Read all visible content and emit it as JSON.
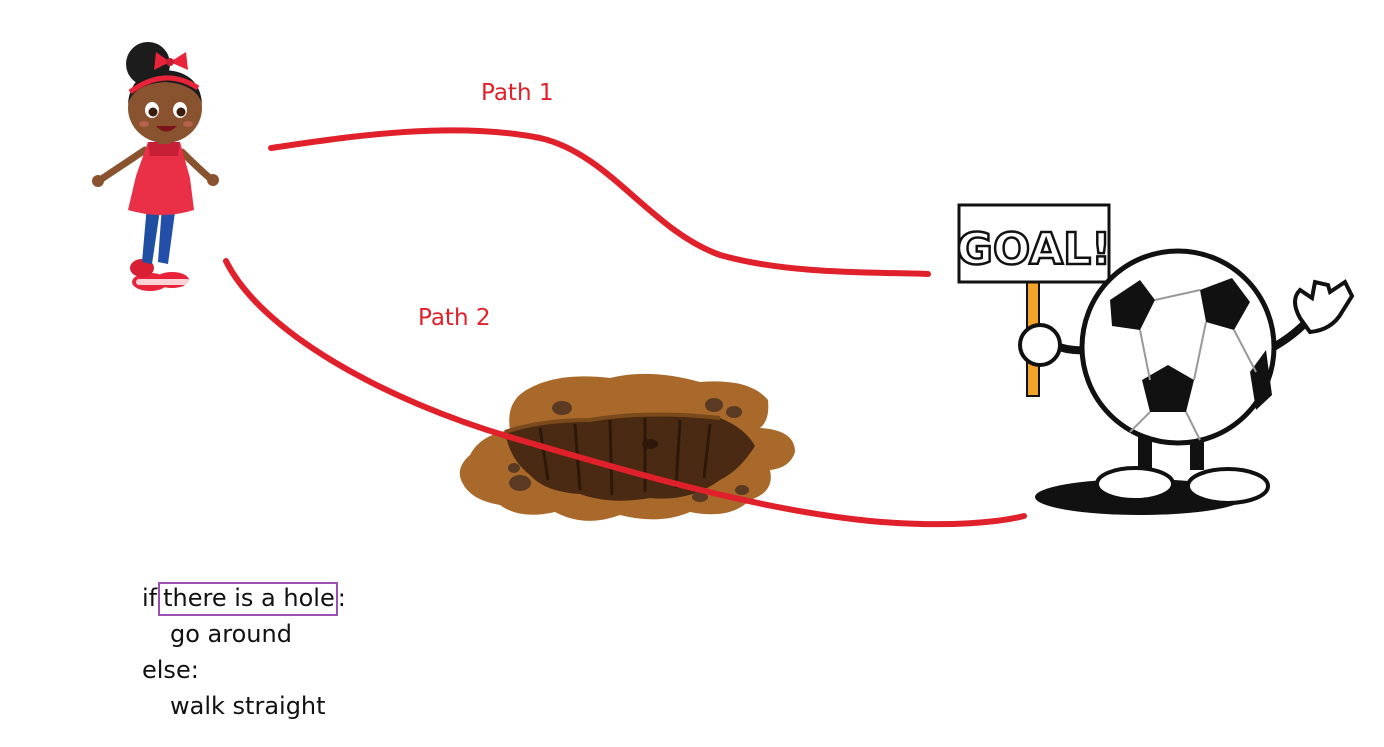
{
  "labels": {
    "path1": "Path 1",
    "path2": "Path 2"
  },
  "sign": {
    "text": "GOAL!"
  },
  "code": {
    "if_keyword": "if",
    "condition": "there is a hole",
    "if_colon": ":",
    "then_action": "go around",
    "else_line": "else:",
    "else_action": "walk straight"
  },
  "colors": {
    "path_stroke": "#e0202a",
    "condition_box": "#9b4fb0",
    "dirt": "#a9692a",
    "hole": "#4a2a12"
  },
  "icons": [
    "girl-character-icon",
    "dirt-hole-icon",
    "soccer-ball-goal-mascot-icon"
  ]
}
